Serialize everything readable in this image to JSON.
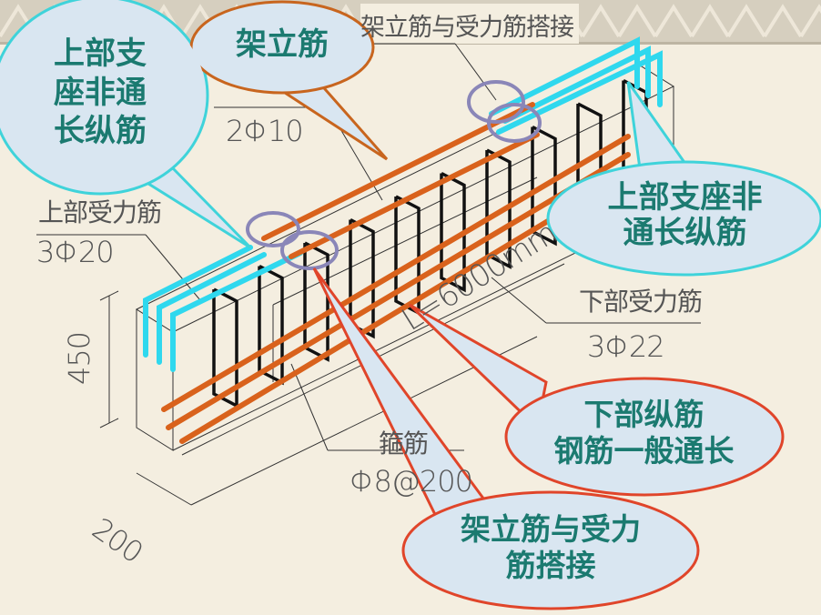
{
  "labels": {
    "overlap": "架立筋与受力筋搭接",
    "erection_spec": "2Φ10",
    "top_main": "上部受力筋",
    "top_main_spec": "3Φ20",
    "height": "450",
    "bottom_main": "下部受力筋",
    "bottom_main_spec": "3Φ22",
    "length": "L=6000mm",
    "stirrup": "箍筋",
    "stirrup_spec": "Φ8@200",
    "width": "200"
  },
  "callouts": {
    "top_support_left": [
      "上部支",
      "座非通",
      "长纵筋"
    ],
    "erection_bar": [
      "架立筋"
    ],
    "top_support_right": [
      "上部支座非",
      "通长纵筋"
    ],
    "bottom_bars": [
      "下部纵筋",
      "钢筋一般通长"
    ],
    "overlap_bubble": [
      "架立筋与受力",
      "筋搭接"
    ]
  },
  "colors": {
    "background": "#f4eee0",
    "cyan_bar": "#2fd8ee",
    "orange_bar": "#d9621c",
    "callout_text": "#1b7a70",
    "callout_fill": "#d9e6f1"
  }
}
